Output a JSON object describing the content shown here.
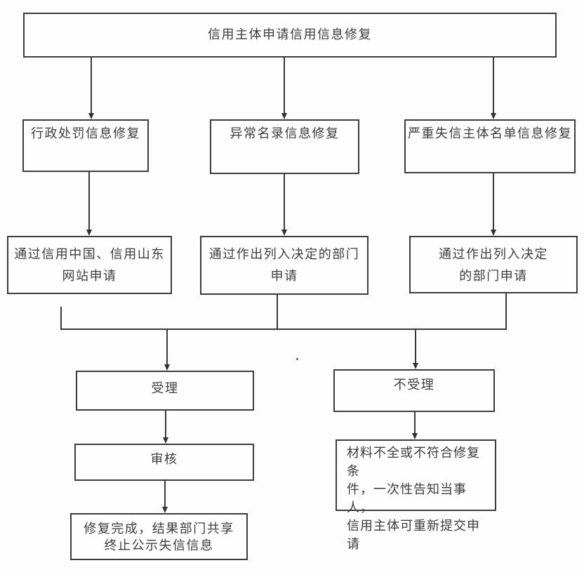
{
  "diagram_type": "flowchart",
  "nodes": {
    "start": {
      "label": "信用主体申请信用信息修复"
    },
    "admin_penalty": {
      "label": "行政处罚信息修复"
    },
    "abnormal_list": {
      "label": "异常名录信息修复"
    },
    "serious_dishonest": {
      "label": "严重失信主体名单信息修复"
    },
    "apply_website": {
      "label": "通过信用中国、信用山东\n网站申请"
    },
    "apply_dept_mid": {
      "label": "通过作出列入决定的部门\n申请"
    },
    "apply_dept_right": {
      "label": "通过作出列入决定\n的部门申请"
    },
    "accept": {
      "label": "受理"
    },
    "reject": {
      "label": "不受理"
    },
    "review": {
      "label": "审核"
    },
    "complete": {
      "label": "修复完成，结果部门共享\n终止公示失信信息"
    },
    "reject_note": {
      "label": "材料不全或不符合修复条\n件，一次性告知当事人，\n信用主体可重新提交申请"
    }
  },
  "edges": [
    {
      "from": "start",
      "to": "admin_penalty",
      "arrow": true
    },
    {
      "from": "start",
      "to": "abnormal_list",
      "arrow": true
    },
    {
      "from": "start",
      "to": "serious_dishonest",
      "arrow": true
    },
    {
      "from": "admin_penalty",
      "to": "apply_website",
      "arrow": true
    },
    {
      "from": "abnormal_list",
      "to": "apply_dept_mid",
      "arrow": true
    },
    {
      "from": "serious_dishonest",
      "to": "apply_dept_right",
      "arrow": true
    },
    {
      "from": "apply_website",
      "to": "merge-bar",
      "arrow": false
    },
    {
      "from": "apply_dept_mid",
      "to": "merge-bar",
      "arrow": false
    },
    {
      "from": "apply_dept_right",
      "to": "merge-bar",
      "arrow": false
    },
    {
      "from": "merge-bar",
      "to": "accept",
      "arrow": true
    },
    {
      "from": "merge-bar",
      "to": "reject",
      "arrow": true
    },
    {
      "from": "accept",
      "to": "review",
      "arrow": true
    },
    {
      "from": "review",
      "to": "complete",
      "arrow": true
    },
    {
      "from": "reject",
      "to": "reject_note",
      "arrow": true
    }
  ],
  "colors": {
    "background": "#fdfdfd",
    "box_border": "#3c3c3c",
    "line": "#3a3a3a",
    "text": "#3d3d3d"
  }
}
